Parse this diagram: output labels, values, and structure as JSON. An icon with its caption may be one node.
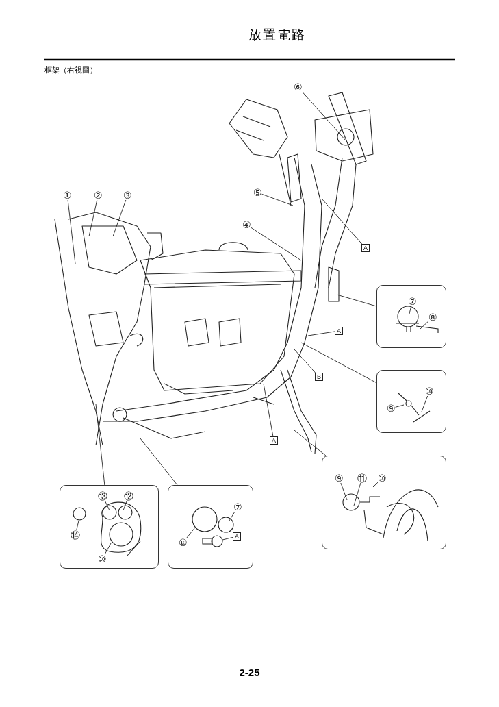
{
  "diagram": {
    "title": "放置電路",
    "nodes": [
      {
        "text": [
          "⑥"
        ]
      },
      {
        "text": [
          "⑤"
        ]
      },
      {
        "text": [
          "①"
        ]
      },
      {
        "text": [
          "②"
        ]
      },
      {
        "text": [
          "③"
        ]
      },
      {
        "text": [
          "④"
        ]
      },
      {
        "text": [
          "A"
        ]
      },
      {
        "text": [],
        "shape": "box"
      },
      {
        "text": [
          "⑦"
        ],
        "in": 7
      },
      {
        "text": [
          "⑧"
        ],
        "in": 7
      },
      {
        "text": [
          "A"
        ]
      },
      {
        "text": [
          "B"
        ]
      },
      {
        "text": [],
        "shape": "box"
      },
      {
        "text": [
          "⑩"
        ],
        "in": 12
      },
      {
        "text": [
          "⑨"
        ],
        "in": 12
      },
      {
        "text": [
          "A"
        ]
      },
      {
        "text": [],
        "shape": "box"
      },
      {
        "text": [
          "⑨"
        ],
        "in": 16
      },
      {
        "text": [
          "⑪"
        ],
        "in": 16
      },
      {
        "text": [
          "⑩"
        ],
        "in": 16
      },
      {
        "text": [],
        "shape": "box"
      },
      {
        "text": [
          "⑬"
        ],
        "in": 20
      },
      {
        "text": [
          "⑫"
        ],
        "in": 20
      },
      {
        "text": [
          "⑭"
        ],
        "in": 20
      },
      {
        "text": [
          "⑩"
        ],
        "in": 20
      },
      {
        "text": [],
        "shape": "box"
      },
      {
        "text": [
          "⑦"
        ],
        "in": 25
      },
      {
        "text": [
          "⑩"
        ],
        "in": 25
      },
      {
        "text": [
          "A"
        ],
        "in": 25
      }
    ],
    "edges": [
      {
        "from": 0,
        "to": null,
        "arrow": "none"
      },
      {
        "from": 1,
        "to": null,
        "arrow": "none"
      },
      {
        "from": 2,
        "to": null,
        "arrow": "none"
      },
      {
        "from": 3,
        "to": null,
        "arrow": "none"
      },
      {
        "from": 4,
        "to": null,
        "arrow": "none"
      },
      {
        "from": 5,
        "to": null,
        "arrow": "none"
      },
      {
        "from": 6,
        "to": null,
        "arrow": "none"
      },
      {
        "from": null,
        "to": 7,
        "arrow": "none"
      },
      {
        "from": 8,
        "to": null,
        "arrow": "none"
      },
      {
        "from": 9,
        "to": null,
        "arrow": "none"
      },
      {
        "from": 10,
        "to": null,
        "arrow": "none"
      },
      {
        "from": 11,
        "to": null,
        "arrow": "none"
      },
      {
        "from": null,
        "to": 12,
        "arrow": "none"
      },
      {
        "from": 13,
        "to": null,
        "arrow": "none"
      },
      {
        "from": 14,
        "to": null,
        "arrow": "none"
      },
      {
        "from": 15,
        "to": null,
        "arrow": "none"
      },
      {
        "from": null,
        "to": 16,
        "arrow": "none"
      },
      {
        "from": 17,
        "to": null,
        "arrow": "none"
      },
      {
        "from": 18,
        "to": null,
        "arrow": "none"
      },
      {
        "from": 19,
        "to": null,
        "arrow": "none"
      },
      {
        "from": null,
        "to": 20,
        "arrow": "none"
      },
      {
        "from": 21,
        "to": null,
        "arrow": "none"
      },
      {
        "from": 22,
        "to": null,
        "arrow": "none"
      },
      {
        "from": 23,
        "to": null,
        "arrow": "none"
      },
      {
        "from": 24,
        "to": null,
        "arrow": "none"
      },
      {
        "from": null,
        "to": 25,
        "arrow": "none"
      },
      {
        "from": 26,
        "to": null,
        "arrow": "none"
      },
      {
        "from": 27,
        "to": null,
        "arrow": "none"
      },
      {
        "from": 28,
        "to": null,
        "arrow": "none"
      }
    ],
    "labels": [
      "框架（右視圖）",
      "2-25"
    ]
  }
}
